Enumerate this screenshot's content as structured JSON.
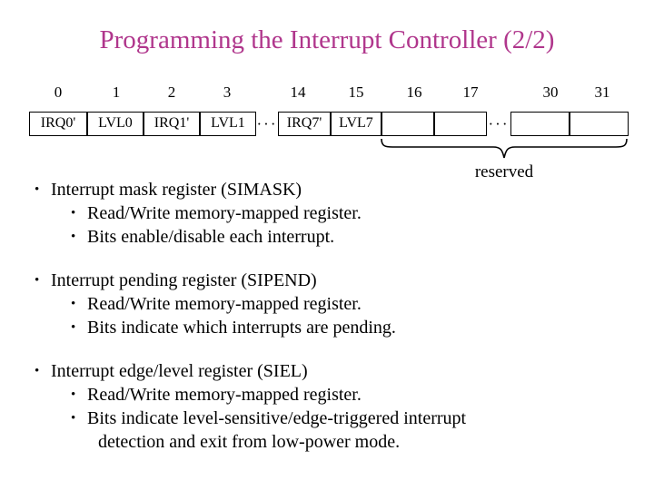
{
  "slide": {
    "title": "Programming the Interrupt Controller (2/2)",
    "title_color": "#b0368c",
    "background_color": "#ffffff"
  },
  "bitfield": {
    "ellipsis": "···",
    "bit_labels": [
      "0",
      "1",
      "2",
      "3",
      "14",
      "15",
      "16",
      "17",
      "30",
      "31"
    ],
    "cells": [
      {
        "bit": "0",
        "text": "IRQ0'"
      },
      {
        "bit": "1",
        "text": "LVL0"
      },
      {
        "bit": "2",
        "text": "IRQ1'"
      },
      {
        "bit": "3",
        "text": "LVL1"
      },
      {
        "bit": "14",
        "text": "IRQ7'"
      },
      {
        "bit": "15",
        "text": "LVL7"
      },
      {
        "bit": "16",
        "text": ""
      },
      {
        "bit": "17",
        "text": ""
      },
      {
        "bit": "30",
        "text": ""
      },
      {
        "bit": "31",
        "text": ""
      }
    ],
    "reserved_label": "reserved"
  },
  "body": {
    "groups": [
      {
        "heading": "Interrupt mask register (SIMASK)",
        "items": [
          "Read/Write memory-mapped register.",
          "Bits enable/disable each interrupt."
        ],
        "continuation": ""
      },
      {
        "heading": "Interrupt pending register (SIPEND)",
        "items": [
          "Read/Write memory-mapped register.",
          "Bits indicate which interrupts are pending."
        ],
        "continuation": ""
      },
      {
        "heading": "Interrupt edge/level register (SIEL)",
        "items": [
          "Read/Write memory-mapped register.",
          "Bits indicate level-sensitive/edge-triggered interrupt"
        ],
        "continuation": "detection and exit from low-power mode."
      }
    ],
    "bullet_glyph": "•"
  }
}
